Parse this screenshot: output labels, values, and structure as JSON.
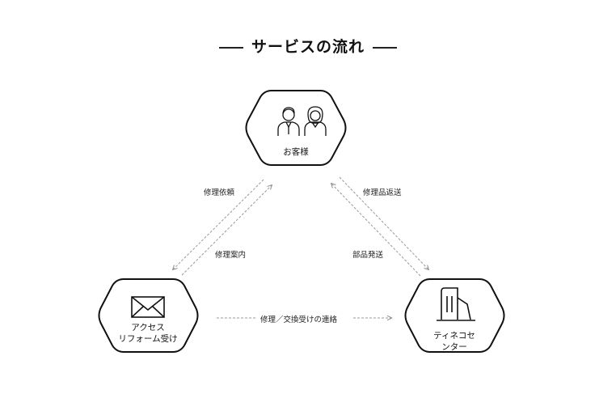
{
  "title": "サービスの流れ",
  "nodes": {
    "customer": {
      "label": "お客様",
      "icon": "customers-icon"
    },
    "reception": {
      "label_line1": "アクセス",
      "label_line2": "リフォーム受け",
      "icon": "envelope-icon"
    },
    "center": {
      "label_line1": "ティネコセ",
      "label_line2": "ンター",
      "icon": "building-icon"
    }
  },
  "edges": {
    "repair_request": "修理依頼",
    "repair_guide": "修理案内",
    "parts_return": "修理品返送",
    "parts_ship": "部品発送",
    "contact": "修理／交換受けの連絡"
  },
  "colors": {
    "stroke": "#111111",
    "arrow": "#999999",
    "text": "#111111"
  }
}
